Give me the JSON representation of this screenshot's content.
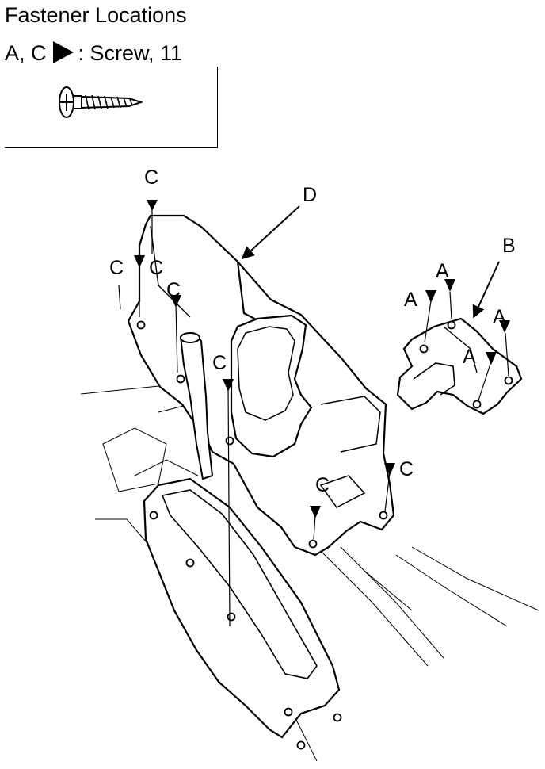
{
  "header": {
    "title": "Fastener Locations",
    "legend_codes": "A, C",
    "legend_desc": ": Screw, 11"
  },
  "callouts": {
    "C": "C",
    "A": "A",
    "B": "B",
    "D": "D"
  },
  "icons": {
    "legend_marker": "filled-right-triangle",
    "screw": "pan-head-phillips-tapping-screw",
    "fastener_arrow": "filled-down-triangle"
  },
  "colors": {
    "line": "#000000",
    "background": "#ffffff"
  }
}
